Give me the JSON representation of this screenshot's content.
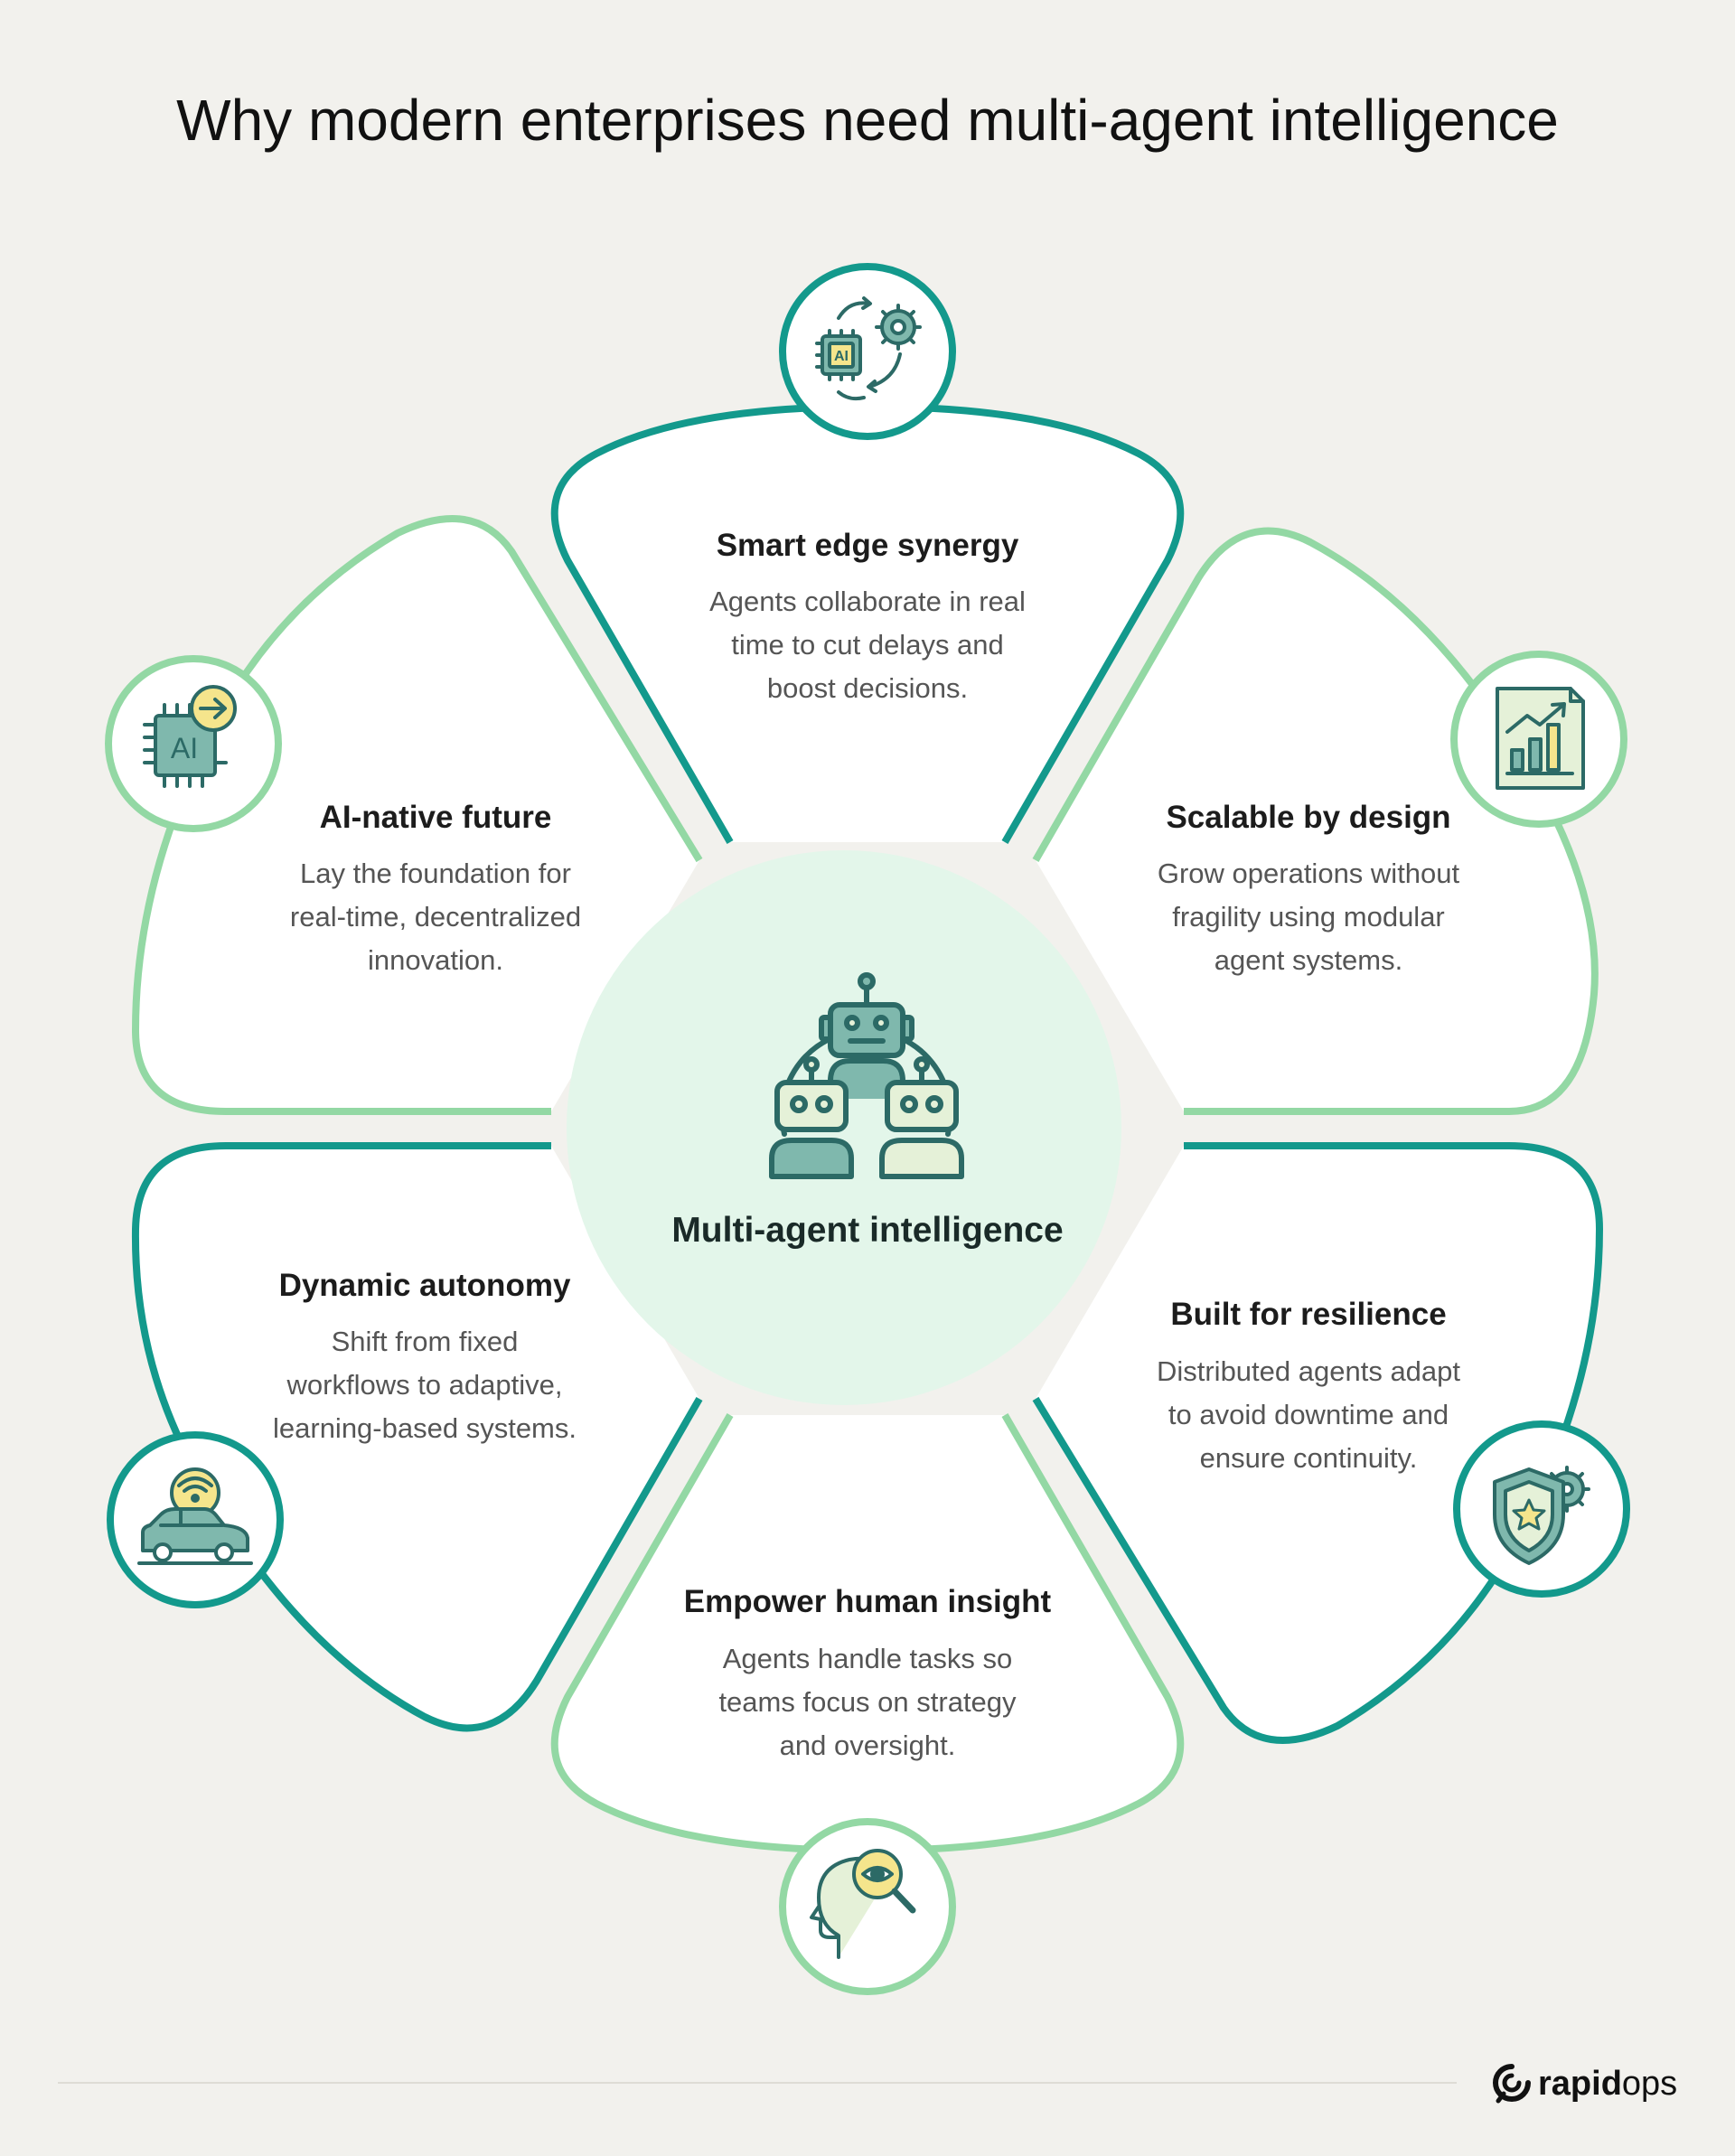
{
  "title": "Why modern enterprises need multi-agent intelligence",
  "center": {
    "label": "Multi-agent intelligence",
    "icon": "multi-robot-icon"
  },
  "segments": [
    {
      "title": "Smart edge synergy",
      "lines": [
        "Agents collaborate in real",
        "time to cut delays and",
        "boost decisions."
      ],
      "icon": "ai-chip-gear-cycle-icon"
    },
    {
      "title": "Scalable by design",
      "lines": [
        "Grow operations without",
        "fragility using modular",
        "agent systems."
      ],
      "icon": "growth-chart-document-icon"
    },
    {
      "title": "Built for resilience",
      "lines": [
        "Distributed agents adapt",
        "to avoid downtime and",
        "ensure continuity."
      ],
      "icon": "shield-star-gear-icon"
    },
    {
      "title": "Empower human insight",
      "lines": [
        "Agents handle tasks so",
        "teams focus on strategy",
        "and oversight."
      ],
      "icon": "head-magnifier-eye-icon"
    },
    {
      "title": "Dynamic autonomy",
      "lines": [
        "Shift from fixed",
        "workflows to adaptive,",
        "learning-based systems."
      ],
      "icon": "connected-car-icon"
    },
    {
      "title": "AI-native future",
      "lines": [
        "Lay the foundation for",
        "real-time, decentralized",
        "innovation."
      ],
      "icon": "ai-chip-arrow-icon"
    }
  ],
  "colors": {
    "background": "#f2f1ed",
    "teal": "#13998c",
    "light_green": "#93d8a4",
    "center_fill": "#e3f6ea",
    "icon_dark": "#2c6a66",
    "icon_mid": "#7fb8ad",
    "icon_yellow": "#f5e58c",
    "icon_pale": "#e5f1d8"
  },
  "brand": {
    "bold": "rapid",
    "light": "ops",
    "icon": "rapidops-logo-icon"
  }
}
